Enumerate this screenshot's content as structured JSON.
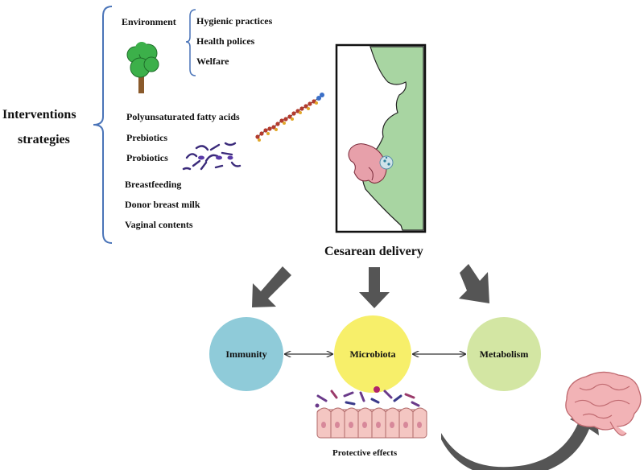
{
  "interventions": {
    "title_line1": "Interventions",
    "title_line2": "strategies",
    "environment": {
      "label": "Environment",
      "items": [
        "Hygienic practices",
        "Health polices",
        "Welfare"
      ]
    },
    "nutrition_items": [
      "Polyunsaturated fatty acids",
      "Prebiotics",
      "Probiotics"
    ],
    "milk_items": [
      "Breastfeeding",
      "Donor breast milk",
      "Vaginal contents"
    ]
  },
  "delivery": {
    "label": "Cesarean delivery"
  },
  "outcomes": {
    "immunity": {
      "label": "Immunity",
      "color": "#8fcbd9"
    },
    "microbiota": {
      "label": "Microbiota",
      "color": "#f7ef6a"
    },
    "metabolism": {
      "label": "Metabolism",
      "color": "#d3e6a3"
    }
  },
  "protective_effects": "Protective effects",
  "colors": {
    "bracket": "#4a74b8",
    "womb": "#a8d5a2",
    "fetus": "#e7a0aa",
    "arrow": "#555555",
    "brain": "#f2b3b6",
    "tree_leaf": "#3cb04a",
    "tree_trunk": "#8a5a2b"
  },
  "icons": [
    "tree-icon",
    "fatty-acid-chain-icon",
    "probiotics-icon",
    "pregnant-woman-icon",
    "brain-icon",
    "intestinal-villi-icon"
  ]
}
